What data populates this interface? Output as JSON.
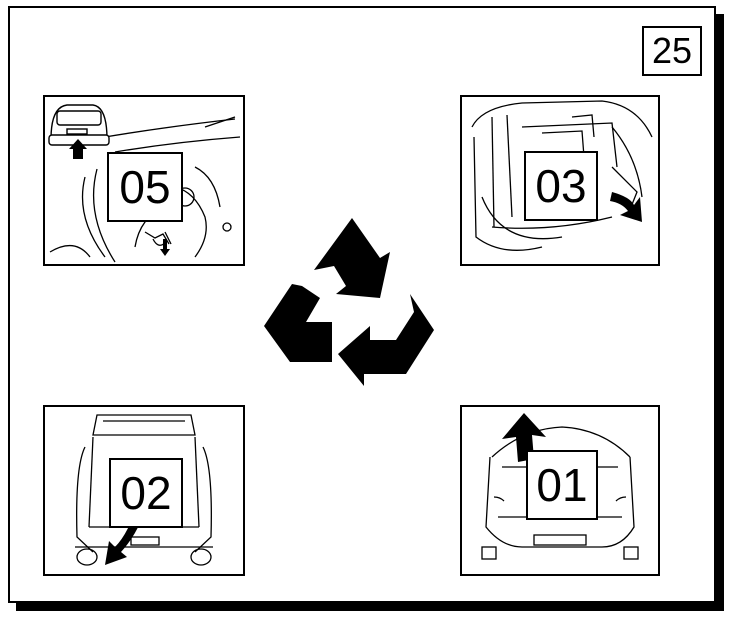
{
  "page_number": "25",
  "steps": [
    {
      "label": "05",
      "icon": "rear-underbody-detail-icon"
    },
    {
      "label": "03",
      "icon": "cargo-area-panel-removal-icon"
    },
    {
      "label": "02",
      "icon": "open-tailgate-icon"
    },
    {
      "label": "01",
      "icon": "rear-of-car-lift-arrow-icon"
    }
  ],
  "center_icon": "recycling-symbol-icon",
  "colors": {
    "ink": "#000000",
    "paper": "#ffffff"
  }
}
